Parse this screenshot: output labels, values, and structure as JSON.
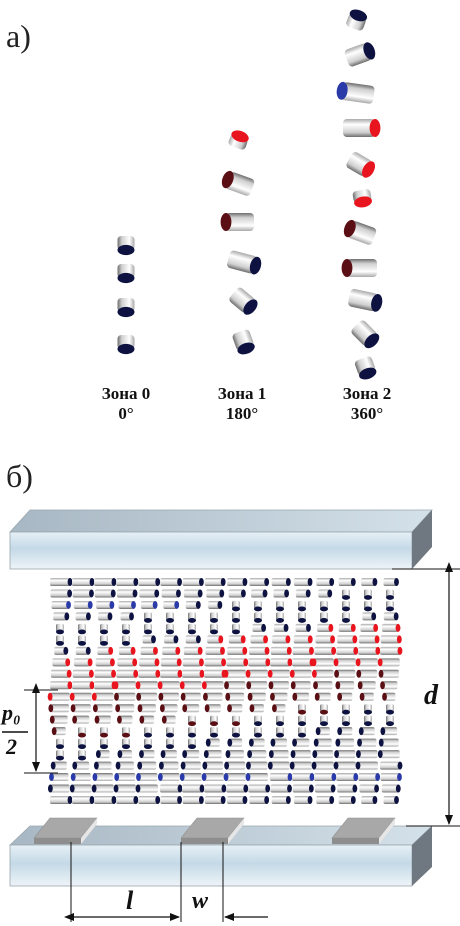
{
  "panel_a_label": "а)",
  "panel_b_label": "б)",
  "zones": [
    {
      "name": "Зона 0",
      "angle": "0°"
    },
    {
      "name": "Зона 1",
      "angle": "180°"
    },
    {
      "name": "Зона 2",
      "angle": "360°"
    }
  ],
  "labels": {
    "d": "d",
    "p0": "p₀",
    "two": "2",
    "l": "l",
    "w": "w"
  },
  "colors": {
    "head_dark": "#0d1240",
    "head_red": "#e8141e",
    "head_maroon": "#5a0f14",
    "head_blue": "#2a3aa8",
    "cylinder_body": "#dcdcdc",
    "substrate_top": "#cfe2ee",
    "substrate_side": "#6f7880",
    "electrode": "#9a9a9a"
  }
}
